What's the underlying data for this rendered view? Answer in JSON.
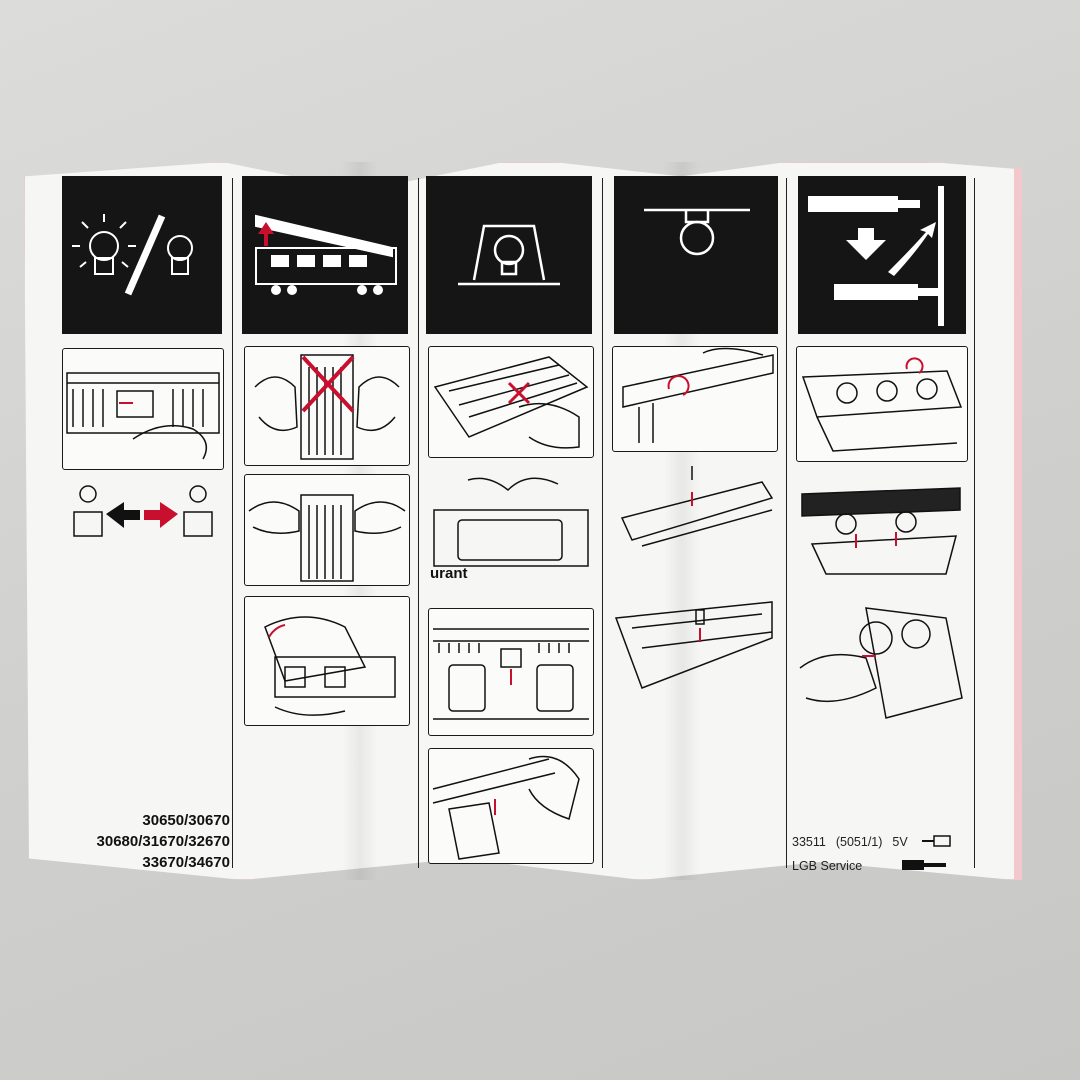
{
  "models": {
    "line1": "30650/30670",
    "line2": "30680/31670/32670",
    "line3": "33670/34670"
  },
  "service": {
    "part_number": "33511",
    "part_ref": "(5051/1)",
    "voltage": "5V",
    "label": "LGB Service"
  },
  "illustration_texts": {
    "restaurant": "urant"
  },
  "colors": {
    "paper": "#f6f6f4",
    "ink": "#151515",
    "accent_red": "#c8102e"
  },
  "icons": {
    "panel1": "lit-bulb-vs-unlit-bulb-icon",
    "panel2": "coach-roof-lift-icon",
    "panel3": "bulb-in-socket-icon",
    "panel4": "ceiling-bulb-icon",
    "panel5": "replace-part-icon"
  }
}
